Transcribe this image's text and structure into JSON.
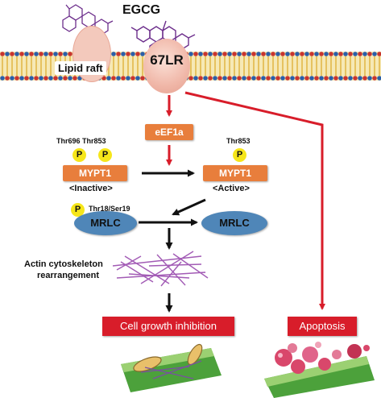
{
  "membrane": {
    "lipid_raft_label": "Lipid raft",
    "egcg_label": "EGCG",
    "receptor_label": "67LR"
  },
  "pathway": {
    "eef1a_label": "eEF1a",
    "mypt1_inactive": {
      "phospho_sites": "Thr696 Thr853",
      "label": "MYPT1",
      "state": "<Inactive>",
      "p1": "P",
      "p2": "P"
    },
    "mypt1_active": {
      "phospho_site": "Thr853",
      "label": "MYPT1",
      "state": "<Active>",
      "p": "P"
    },
    "mrlc_phospho": {
      "phospho_site": "Thr18/Ser19",
      "label": "MRLC",
      "p": "P"
    },
    "mrlc_dephospho": {
      "label": "MRLC"
    },
    "actin_label_line1": "Actin cytoskeleton",
    "actin_label_line2": "rearrangement"
  },
  "outcomes": {
    "cell_growth_inhibition": "Cell growth inhibition",
    "apoptosis": "Apoptosis"
  },
  "colors": {
    "red_arrow": "#d81d2a",
    "black_arrow": "#111111",
    "orange_box": "#e87e3c",
    "mrlc_ellipse": "#4f86b8",
    "phospho_circle": "#f6e61a",
    "egcg_molecule": "#6d2f8c",
    "actin_filaments": "#a25bb5"
  }
}
